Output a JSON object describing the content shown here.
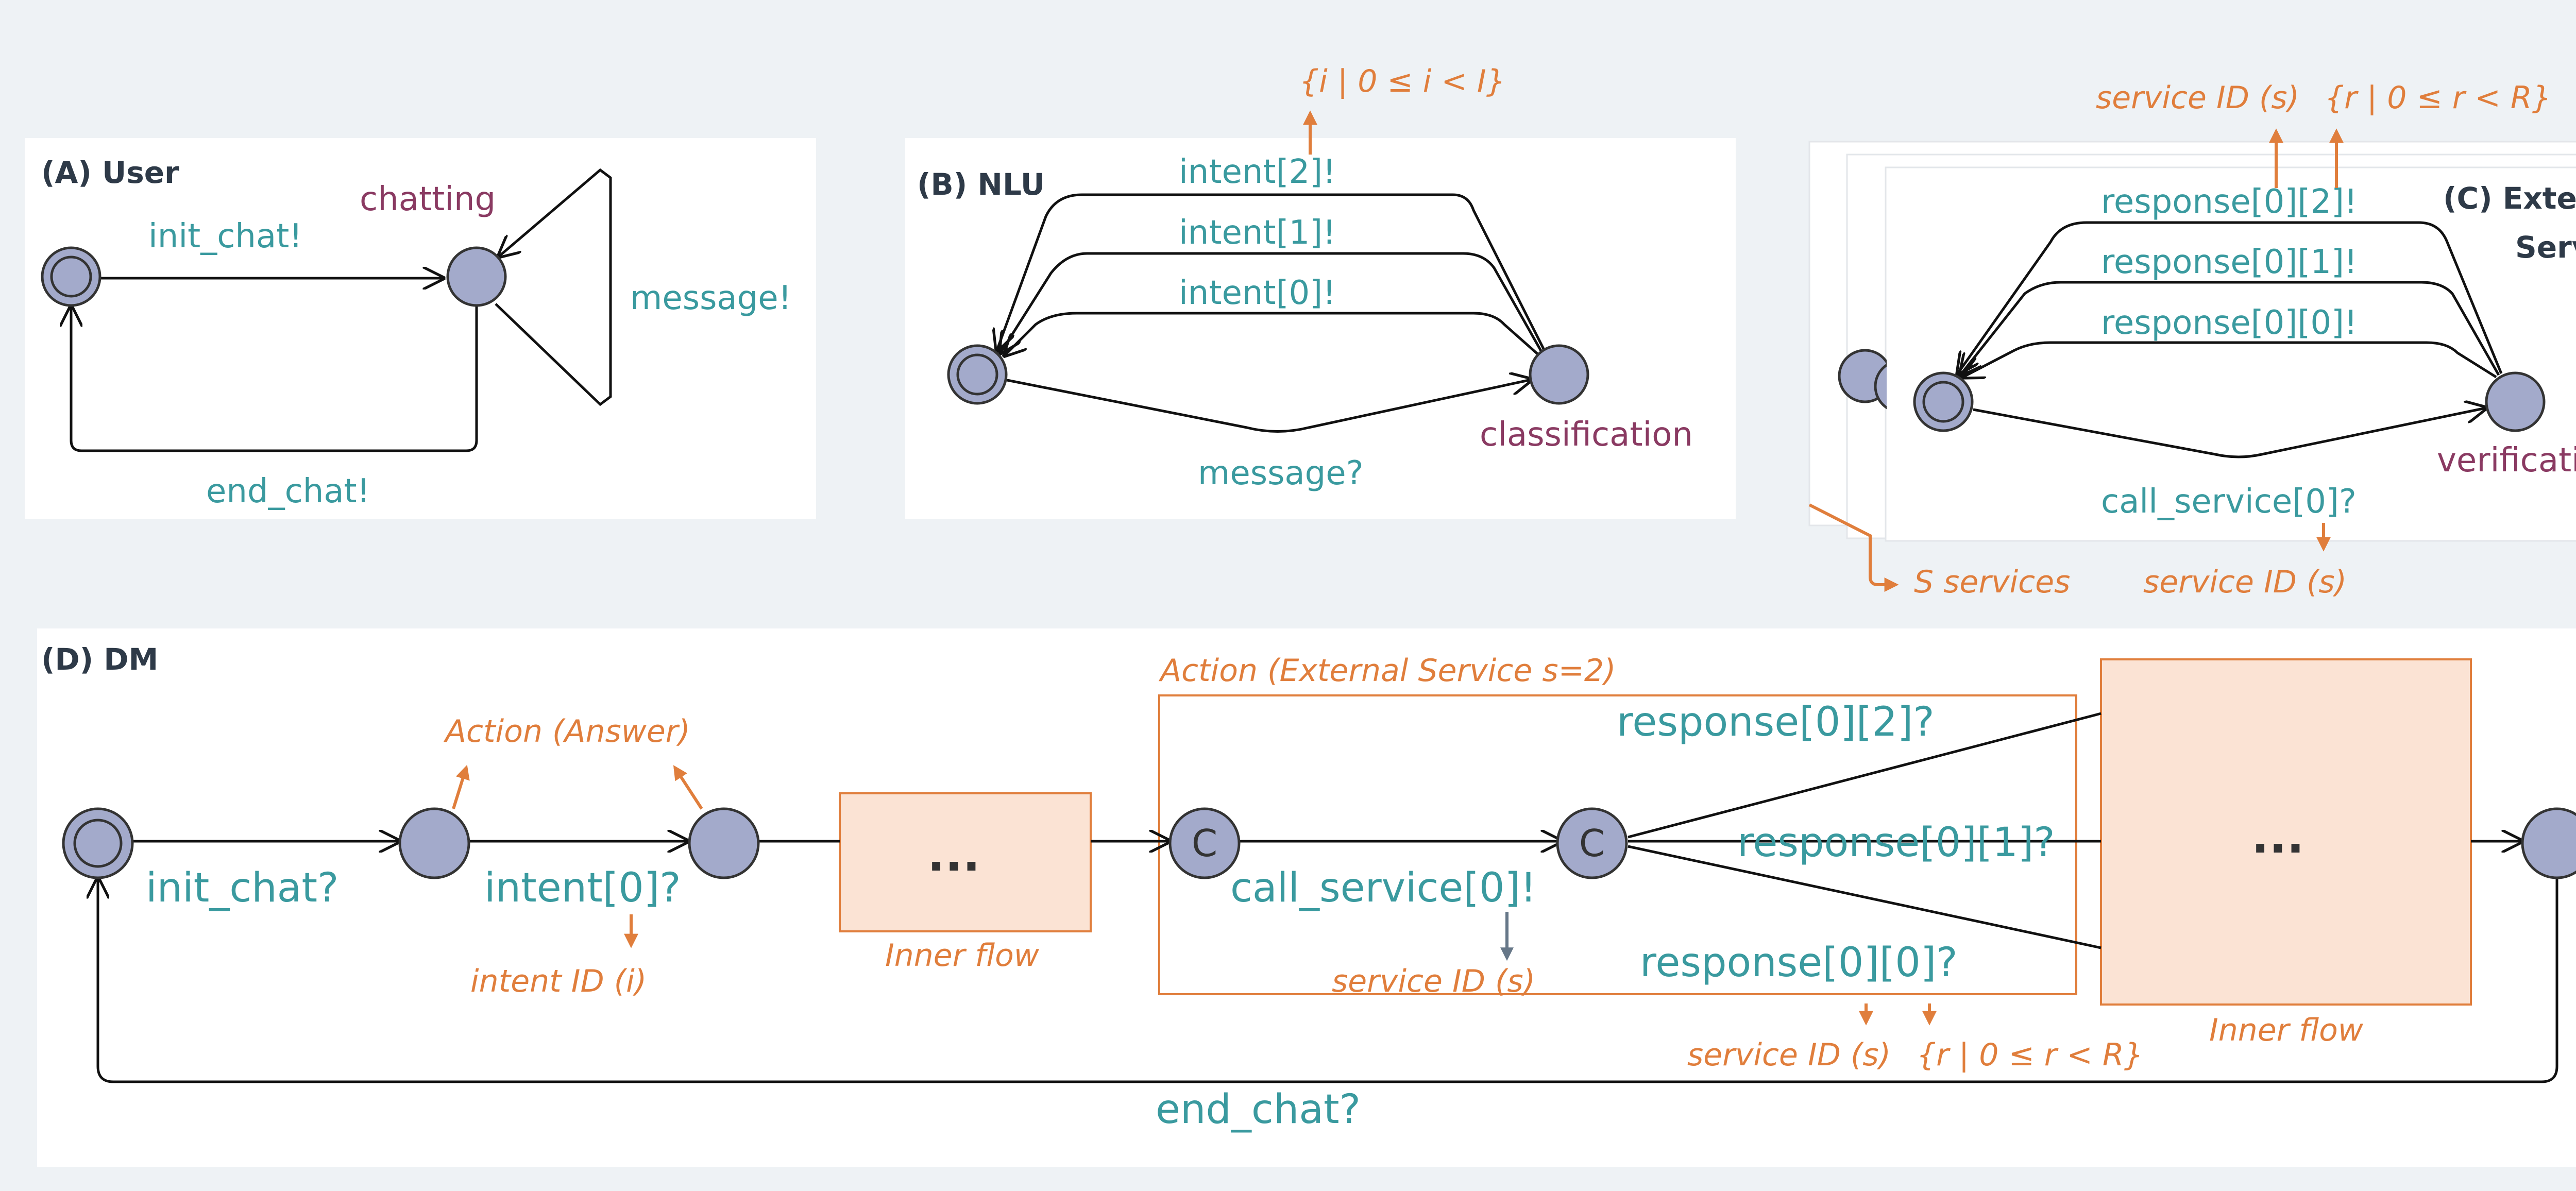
{
  "panels": {
    "user": {
      "title": "(A) User",
      "state_label": "chatting",
      "edges": {
        "init": "init_chat!",
        "message": "message!",
        "end": "end_chat!"
      }
    },
    "nlu": {
      "title": "(B) NLU",
      "state_label": "classification",
      "edges": {
        "intent2": "intent[2]!",
        "intent1": "intent[1]!",
        "intent0": "intent[0]!",
        "message": "message?"
      },
      "annotation": "{i | 0 ≤ i < I}"
    },
    "external": {
      "title_line1": "(C) External",
      "title_line2": "Service",
      "state_label": "verification",
      "edges": {
        "resp2": "response[0][2]!",
        "resp1": "response[0][1]!",
        "resp0": "response[0][0]!",
        "call": "call_service[0]?"
      },
      "annotations": {
        "service_top": "service ID (s)",
        "range_top": "{r | 0 ≤ r < R}",
        "service_bottom": "service ID (s)",
        "s_services": "S services"
      }
    },
    "dm": {
      "title": "(D) DM",
      "edges": {
        "init": "init_chat?",
        "intent": "intent[0]?",
        "call": "call_service[0]!",
        "resp2": "response[0][2]?",
        "resp1": "response[0][1]?",
        "resp0": "response[0][0]?",
        "end": "end_chat?"
      },
      "annotations": {
        "action_answer": "Action (Answer)",
        "intent_id": "intent ID (i)",
        "inner_flow_1": "Inner flow",
        "action_external": "Action (External Service s=2)",
        "service_id_call": "service ID (s)",
        "service_id_resp": "service ID (s)",
        "range_resp": "{r | 0 ≤ r < R}",
        "inner_flow_2": "Inner flow"
      },
      "committed_symbol": "C",
      "ellipsis": "..."
    }
  },
  "colors": {
    "teal": "#3a9a9f",
    "purple": "#8a3a62",
    "orange": "#e07e3c",
    "state_fill": "#a3aacb",
    "inner_flow_fill": "#fbe3d4"
  }
}
